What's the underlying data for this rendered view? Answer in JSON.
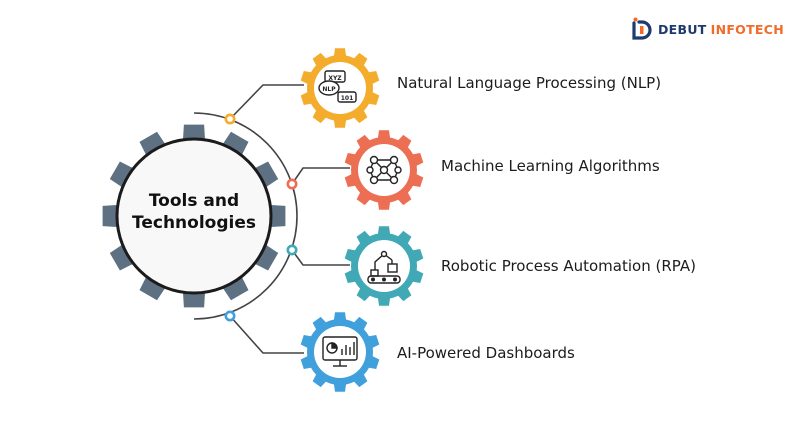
{
  "brand": {
    "name_primary": "DEBUT",
    "name_secondary": "INFOTECH",
    "color_primary": "#1f3a6e",
    "color_secondary": "#f26b2a"
  },
  "center": {
    "line1": "Tools and",
    "line2": "Technologies",
    "gear_color": "#5d7183"
  },
  "items": [
    {
      "label": "Natural Language Processing (NLP)",
      "color": "#f4ac2c",
      "icon": "nlp-chat-icon",
      "icon_texts": [
        "XYZ",
        "NLP",
        "101"
      ]
    },
    {
      "label": "Machine Learning Algorithms",
      "color": "#ec6f53",
      "icon": "neural-network-icon"
    },
    {
      "label": "Robotic Process Automation (RPA)",
      "color": "#40a9b5",
      "icon": "robotic-arm-icon"
    },
    {
      "label": "AI-Powered Dashboards",
      "color": "#3fa0dc",
      "icon": "dashboard-monitor-icon"
    }
  ]
}
